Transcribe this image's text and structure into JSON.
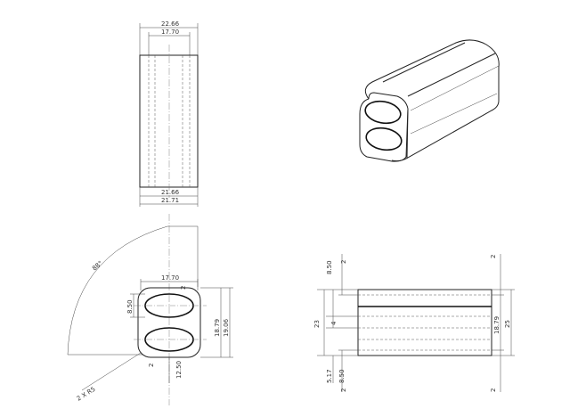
{
  "top_view": {
    "dim_outer_width": "22.66",
    "dim_inner_width": "17.70",
    "dim_bottom_width": "21.66",
    "dim_bottom_width2": "21.71"
  },
  "front_view": {
    "dim_angle": "88°",
    "dim_width": "17.70",
    "dim_r": "2",
    "dim_hole_height": "8.50",
    "dim_height_1": "18.79",
    "dim_height_2": "19.06",
    "dim_bottom_offset": "12.50",
    "dim_corner": "2",
    "dim_chamfer": "2 X R5"
  },
  "side_view": {
    "dim_top_2": "2",
    "dim_hole_top": "8.50",
    "dim_total_height": "23",
    "dim_gap": "4",
    "dim_bottom_1": "5.17",
    "dim_bottom_2": "8.50",
    "dim_bottom_r": "2",
    "dim_right_top": "2",
    "dim_right_height_1": "18.79",
    "dim_right_height_2": "25",
    "dim_right_bottom": "2"
  }
}
